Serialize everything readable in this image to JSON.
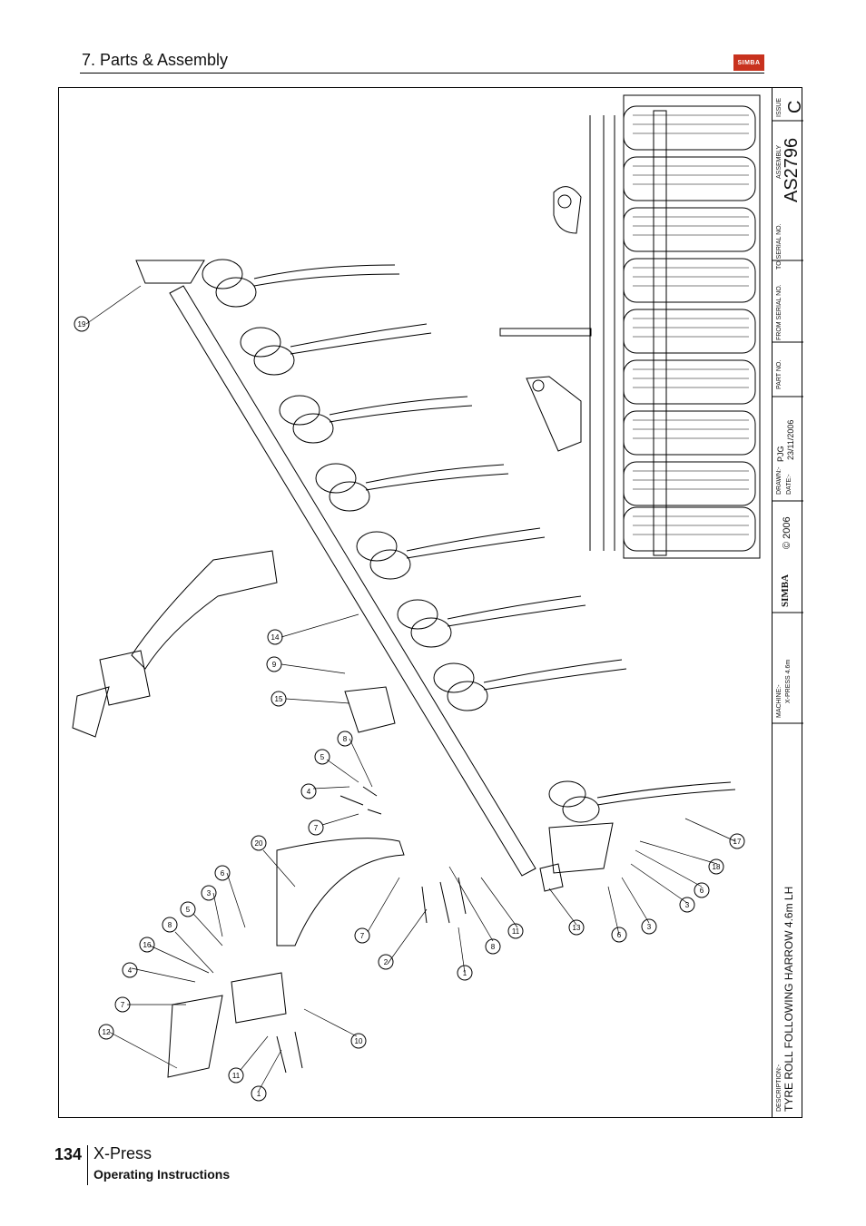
{
  "header": {
    "section_title": "7. Parts & Assembly",
    "logo_text": "SIMBA"
  },
  "title_block": {
    "issue_label": "ISSUE",
    "issue_value": "C",
    "assembly_label": "ASSEMBLY",
    "assembly_value": "AS2796",
    "to_serial_label": "TO SERIAL NO.",
    "from_serial_label": "FROM SERIAL NO.",
    "part_no_label": "PART NO.",
    "drawn_label": "DRAWN:-",
    "drawn_value": "PJG",
    "date_label": "DATE:-",
    "date_value": "23/11/2006",
    "copyright": "© 2006",
    "logo_text": "SIMBA",
    "machine_label": "MACHINE:-",
    "machine_value": "X-PRESS 4.6m",
    "description_label": "DESCRIPTION:-",
    "description_value": "TYRE ROLL FOLLOWING HARROW 4.6m LH"
  },
  "callouts": [
    "19",
    "14",
    "9",
    "15",
    "8",
    "5",
    "4",
    "7",
    "20",
    "6",
    "3",
    "5",
    "8",
    "16",
    "4",
    "7",
    "12",
    "11",
    "1",
    "10",
    "7",
    "2",
    "1",
    "8",
    "11",
    "13",
    "6",
    "3",
    "3",
    "6",
    "18",
    "17"
  ],
  "footer": {
    "page_number": "134",
    "product_name": "X-Press",
    "subtitle": "Operating Instructions"
  },
  "colors": {
    "logo_red": "#c8321e",
    "line": "#000000"
  }
}
